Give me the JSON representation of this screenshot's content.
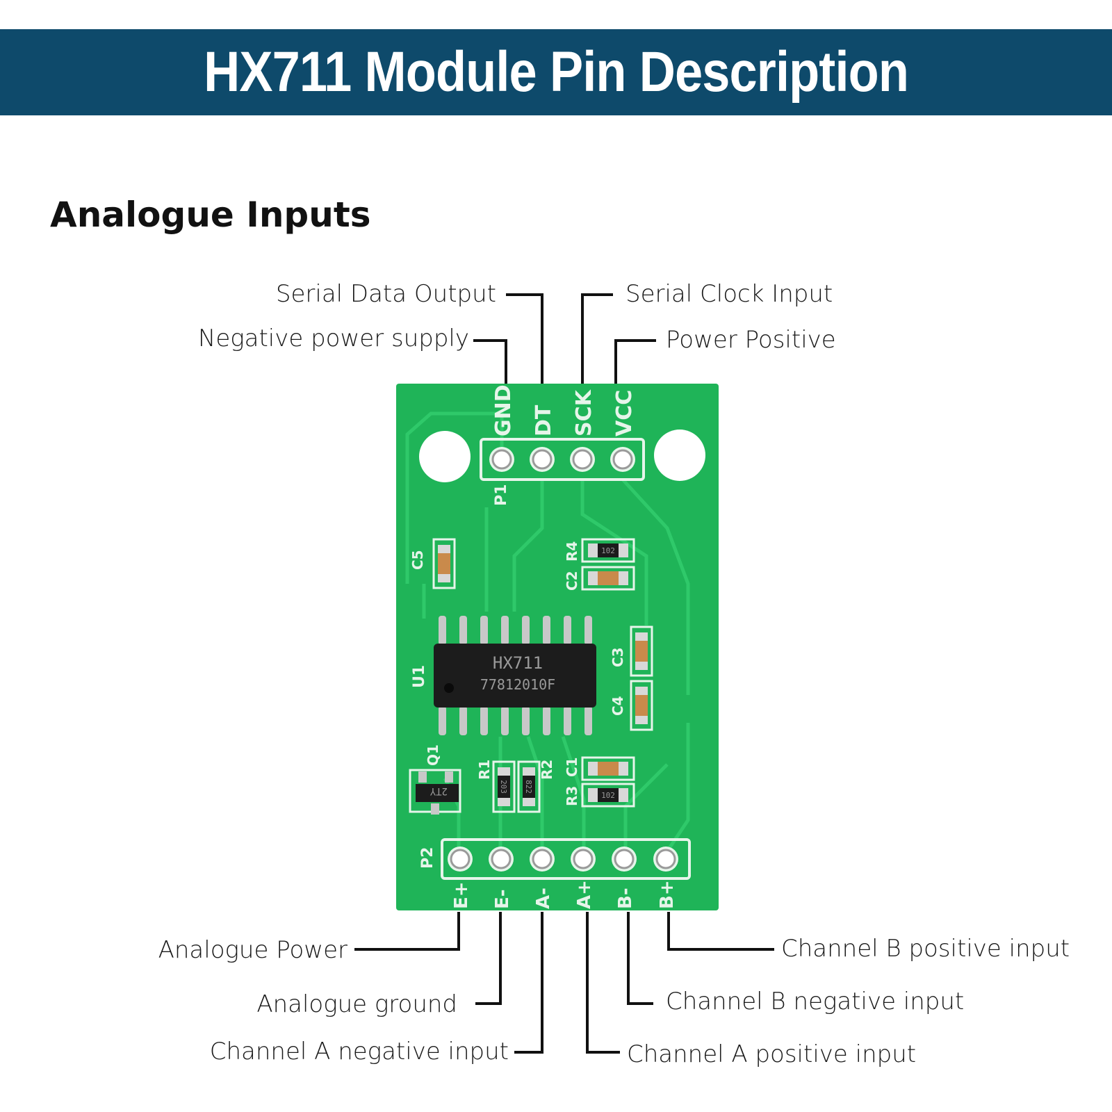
{
  "title": "HX711 Module Pin Description",
  "section_heading": "Analogue Inputs",
  "colors": {
    "banner": "#0e4a6b",
    "pcb": "#1fb458",
    "pcb_trace": "#2fc96a",
    "silkscreen": "#e6f5ea",
    "chip": "#1c1c1c"
  },
  "top_pins": [
    {
      "pin": "GND",
      "description": "Negative power supply"
    },
    {
      "pin": "DT",
      "description": "Serial Data Output"
    },
    {
      "pin": "SCK",
      "description": "Serial Clock Input"
    },
    {
      "pin": "VCC",
      "description": "Power Positive"
    }
  ],
  "bottom_pins": [
    {
      "pin": "E+",
      "description": "Analogue Power"
    },
    {
      "pin": "E-",
      "description": "Analogue ground"
    },
    {
      "pin": "A-",
      "description": "Channel A negative input"
    },
    {
      "pin": "A+",
      "description": "Channel A positive input"
    },
    {
      "pin": "B-",
      "description": "Channel B negative input"
    },
    {
      "pin": "B+",
      "description": "Channel B positive input"
    }
  ],
  "board": {
    "header_top": "P1",
    "header_bottom": "P2",
    "chip_ref": "U1",
    "chip_name": "HX711",
    "chip_code": "77812010F",
    "transistor_ref": "Q1",
    "transistor_marking": "2TY",
    "components": [
      {
        "ref": "C5",
        "marking": ""
      },
      {
        "ref": "R4",
        "marking": "102"
      },
      {
        "ref": "C2",
        "marking": ""
      },
      {
        "ref": "C3",
        "marking": ""
      },
      {
        "ref": "C4",
        "marking": ""
      },
      {
        "ref": "R1",
        "marking": "203"
      },
      {
        "ref": "R2",
        "marking": "822"
      },
      {
        "ref": "C1",
        "marking": ""
      },
      {
        "ref": "R3",
        "marking": "102"
      }
    ]
  }
}
